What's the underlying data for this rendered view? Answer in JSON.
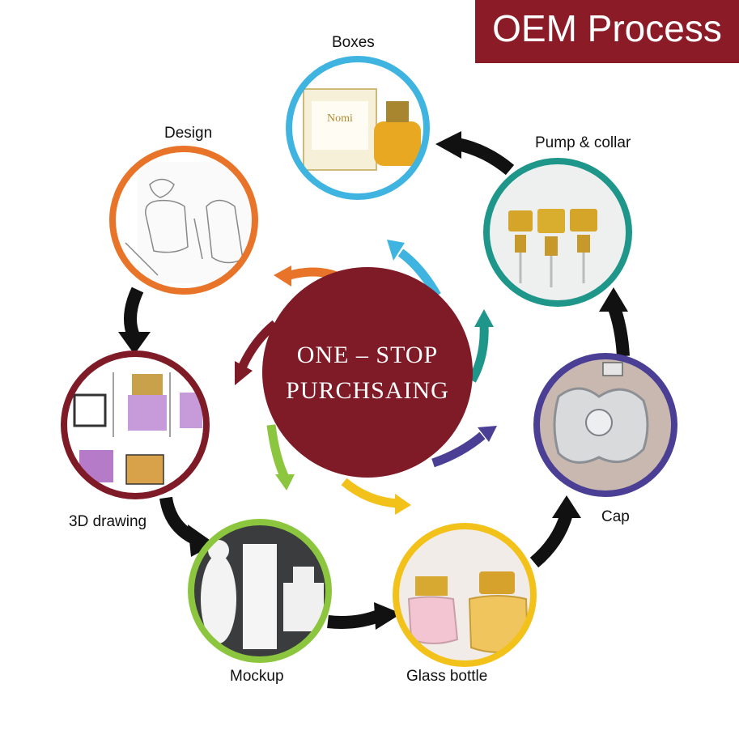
{
  "banner": {
    "title": "OEM Process",
    "color": "#8b1c27"
  },
  "hub": {
    "line1": "ONE – STOP",
    "line2": "PURCHSAING",
    "color": "#7f1a27"
  },
  "steps": [
    {
      "label": "Design",
      "ring_color": "#e8742a",
      "content": "sketch of perfume bottles"
    },
    {
      "label": "Boxes",
      "ring_color": "#3fb4e0",
      "content": "perfume box and gold bottle"
    },
    {
      "label": "Pump & collar",
      "ring_color": "#1f968a",
      "content": "gold perfume pumps"
    },
    {
      "label": "Cap",
      "ring_color": "#4b3f95",
      "content": "silver bottle cap"
    },
    {
      "label": "Glass bottle",
      "ring_color": "#f2c11a",
      "content": "glass perfume bottles with gold caps"
    },
    {
      "label": "Mockup",
      "ring_color": "#8cc63e",
      "content": "white mockup bottles"
    },
    {
      "label": "3D drawing",
      "ring_color": "#7f1a27",
      "content": "technical drawings"
    }
  ]
}
